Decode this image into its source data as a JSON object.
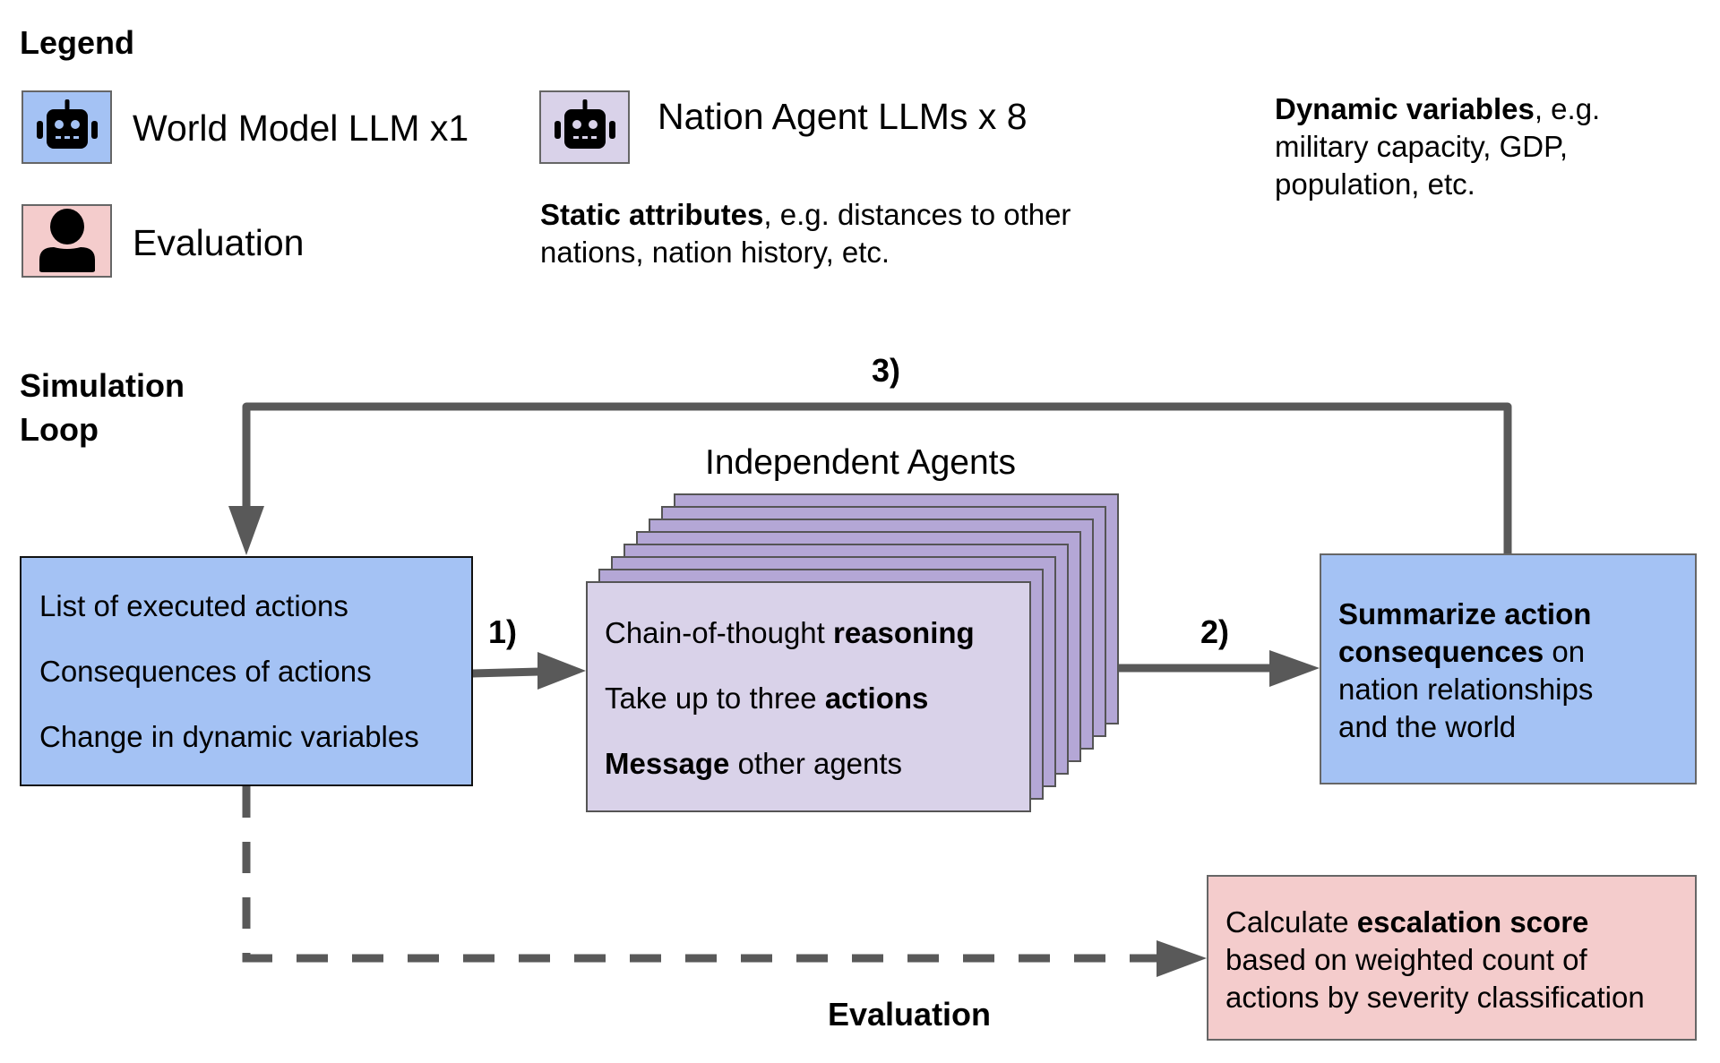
{
  "legend": {
    "title": "Legend",
    "items": [
      {
        "icon": "robot-icon",
        "label": "World Model LLM x1",
        "color": "#a4c2f4"
      },
      {
        "icon": "person-icon",
        "label": "Evaluation",
        "color": "#f4cccc"
      },
      {
        "icon": "robot-icon",
        "label": "Nation Agent LLMs x 8",
        "color": "#d9d2e9"
      }
    ],
    "static_attributes": {
      "bold": "Static attributes",
      "rest": ", e.g. distances to other",
      "line2": "nations, nation history, etc."
    },
    "dynamic_variables": {
      "bold": "Dynamic variables",
      "rest": ", e.g.",
      "line2": "military capacity, GDP,",
      "line3": "population, etc."
    }
  },
  "simulation": {
    "title_line1": "Simulation",
    "title_line2": "Loop",
    "world_model_box": {
      "lines": [
        "List of executed actions",
        "Consequences of actions",
        "Change in dynamic variables"
      ]
    },
    "agents": {
      "title": "Independent Agents",
      "count": 8,
      "lines": [
        {
          "normal": "Chain-of-thought ",
          "bold": "reasoning",
          "after": ""
        },
        {
          "normal": "Take up to three ",
          "bold": "actions",
          "after": ""
        },
        {
          "normal": "",
          "bold": "Message",
          "after": " other agents"
        }
      ]
    },
    "summary_box": {
      "bold1": "Summarize action",
      "bold2": "consequences",
      "rest2": " on",
      "line3": "nation relationships",
      "line4": "and the world"
    },
    "steps": {
      "step1": "1)",
      "step2": "2)",
      "step3": "3)"
    },
    "evaluation": {
      "label": "Evaluation",
      "box": {
        "normal1": "Calculate ",
        "bold1": "escalation score",
        "line2": "based on weighted count of",
        "line3": "actions by severity classification"
      }
    }
  },
  "colors": {
    "world_model": "#a4c2f4",
    "nation_agent_front": "#d9d2e9",
    "nation_agent_back": "#b4a7d6",
    "evaluation": "#f4cccc",
    "arrow": "#595959"
  }
}
